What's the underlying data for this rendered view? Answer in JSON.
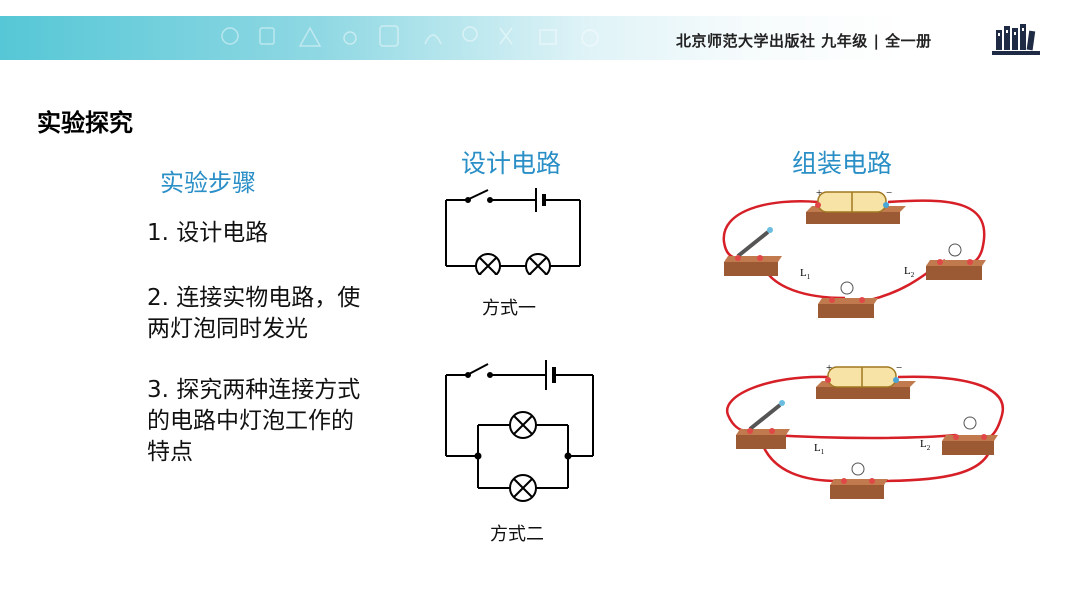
{
  "header": {
    "publisher": "北京师范大学出版社 九年级 | 全一册",
    "logo_icon": "books-icon"
  },
  "section_title": "实验探究",
  "steps": {
    "heading": "实验步骤",
    "items": [
      "1. 设计电路",
      "2. 连接实物电路，使两灯泡同时发光",
      "3. 探究两种连接方式的电路中灯泡工作的特点"
    ]
  },
  "design": {
    "heading": "设计电路",
    "caption_series": "方式一",
    "caption_parallel": "方式二"
  },
  "assembly": {
    "heading": "组装电路",
    "lamp1_label": "L",
    "lamp1_sub": "1",
    "lamp2_label": "L",
    "lamp2_sub": "2",
    "battery_plus": "+",
    "battery_minus": "−"
  },
  "colors": {
    "accent_blue": "#2a8fc6",
    "header_cyan": "#56c7d6",
    "wire_red": "#d61f26",
    "board_brown": "#9b5a34"
  }
}
